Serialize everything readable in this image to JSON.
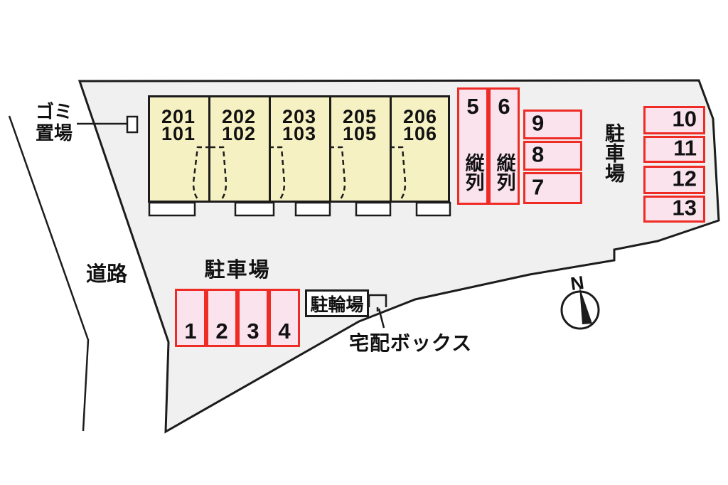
{
  "colors": {
    "outline": "#1c1c1c",
    "lot-fill": "#f0f0f0",
    "building-fill": "#f6f1c3",
    "stall-fill": "#fae3ed",
    "stall-border": "#ee2b24",
    "text": "#111111"
  },
  "labels": {
    "road": "道路",
    "garbage_line1": "ゴミ",
    "garbage_line2": "置場",
    "parking_bottom": "駐車場",
    "parking_right": "駐車場",
    "bicycle": "駐輪場",
    "delivery": "宅配ボックス",
    "north": "N"
  },
  "building": {
    "units": [
      {
        "upper": "201",
        "lower": "101"
      },
      {
        "upper": "202",
        "lower": "102"
      },
      {
        "upper": "203",
        "lower": "103"
      },
      {
        "upper": "205",
        "lower": "105"
      },
      {
        "upper": "206",
        "lower": "106"
      }
    ]
  },
  "stalls": {
    "tandem": [
      {
        "number": "5",
        "label": "縦列"
      },
      {
        "number": "6",
        "label": "縦列"
      }
    ],
    "middle": [
      "9",
      "8",
      "7"
    ],
    "right": [
      "10",
      "11",
      "12",
      "13"
    ],
    "bottom": [
      "1",
      "2",
      "3",
      "4"
    ]
  }
}
